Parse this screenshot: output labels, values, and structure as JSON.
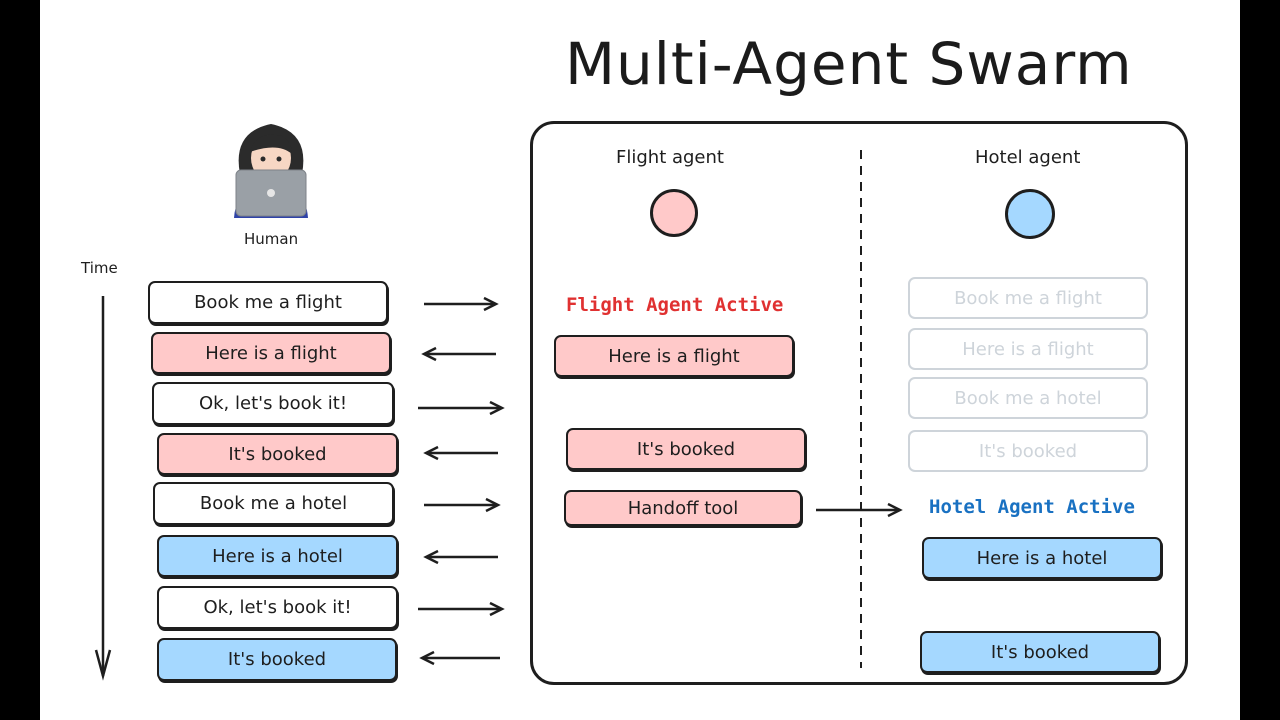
{
  "title": "Multi-Agent Swarm",
  "human": {
    "label": "Human",
    "time_label": "Time"
  },
  "conversation": [
    {
      "text": "Book me a flight",
      "style": "white",
      "direction": "right"
    },
    {
      "text": "Here is a flight",
      "style": "pink",
      "direction": "left"
    },
    {
      "text": "Ok, let's book it!",
      "style": "white",
      "direction": "right"
    },
    {
      "text": "It's booked",
      "style": "pink",
      "direction": "left"
    },
    {
      "text": "Book me a hotel",
      "style": "white",
      "direction": "right"
    },
    {
      "text": "Here is a hotel",
      "style": "blue",
      "direction": "left"
    },
    {
      "text": "Ok, let's book it!",
      "style": "white",
      "direction": "right"
    },
    {
      "text": "It's booked",
      "style": "blue",
      "direction": "left"
    }
  ],
  "flight_agent": {
    "label": "Flight agent",
    "color": "#ffc9c9",
    "status": "Flight Agent Active",
    "status_color": "#e03131",
    "messages": [
      "Here is a flight",
      "It's booked",
      "Handoff tool"
    ]
  },
  "hotel_agent": {
    "label": "Hotel agent",
    "color": "#a5d8ff",
    "status": "Hotel Agent Active",
    "status_color": "#1971c2",
    "history": [
      "Book me a flight",
      "Here is a flight",
      "Book me a hotel",
      "It's booked"
    ],
    "messages": [
      "Here is a hotel",
      "It's booked"
    ]
  }
}
